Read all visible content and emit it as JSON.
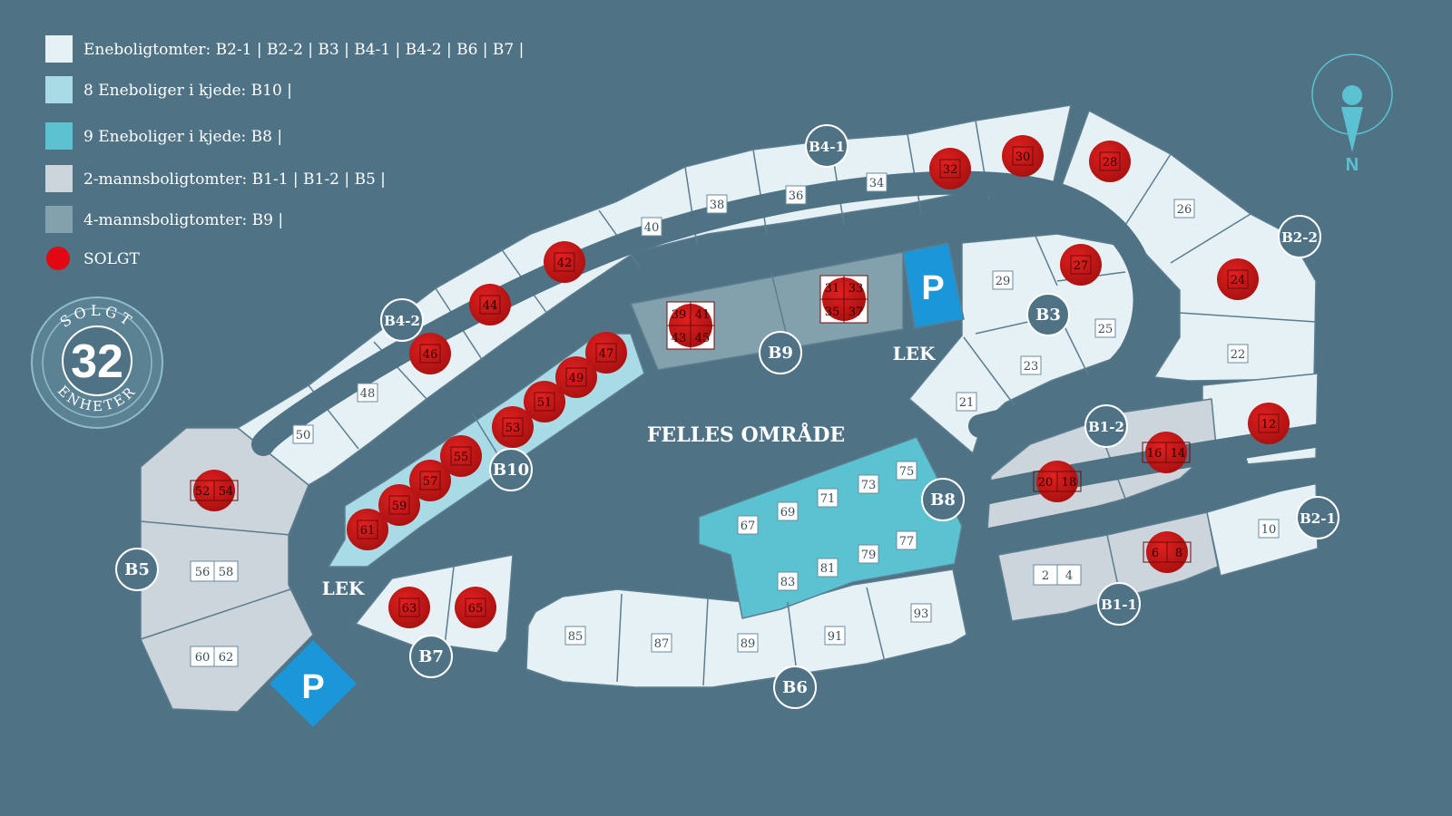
{
  "colors": {
    "background": "#4f7385",
    "road": "#4f7385",
    "enebolig": "#e6f1f5",
    "kjede_b10": "#a9dbe6",
    "kjede_b8": "#5bc2d1",
    "tomannsbolig": "#cdd5dc",
    "firemannsbolig": "#83a0ad",
    "sold": "#c41818",
    "parking": "#1a96d9",
    "badge": "#4f7385"
  },
  "legend": [
    {
      "key": "enebolig",
      "label": "Eneboligtomter: B2-1  |  B2-2  |    B3  |  B4-1  |  B4-2  |    B6  |  B7  |"
    },
    {
      "key": "kjede_b10",
      "label": "8 Eneboliger i kjede: B10  |"
    },
    {
      "key": "kjede_b8",
      "label": "9 Eneboliger i kjede: B8  |"
    },
    {
      "key": "tomannsbolig",
      "label": "2-mannsboligtomter: B1-1  |  B1-2  |    B5  |"
    },
    {
      "key": "firemannsbolig",
      "label": "4-mannsboligtomter: B9  |"
    },
    {
      "key": "sold",
      "label": "SOLGT"
    }
  ],
  "solgt_badge": {
    "top": "SOLGT",
    "count": "32",
    "bottom": "ENHETER"
  },
  "compass": {
    "label": "N"
  },
  "area_labels": {
    "felles": "FELLES OMRÅDE",
    "lek1": "LEK",
    "lek2": "LEK"
  },
  "parking": {
    "label": "P"
  },
  "field_badges": [
    "B4-1",
    "B4-2",
    "B10",
    "B9",
    "B3",
    "B2-2",
    "B1-2",
    "B8",
    "B2-1",
    "B1-1",
    "B6",
    "B7",
    "B5"
  ],
  "plots": [
    {
      "n": "32",
      "sold": true
    },
    {
      "n": "30",
      "sold": true
    },
    {
      "n": "28",
      "sold": true
    },
    {
      "n": "26",
      "sold": false
    },
    {
      "n": "24",
      "sold": true
    },
    {
      "n": "22",
      "sold": false
    },
    {
      "n": "12",
      "sold": true
    },
    {
      "n": "10",
      "sold": false
    },
    {
      "n": "34",
      "sold": false
    },
    {
      "n": "36",
      "sold": false
    },
    {
      "n": "38",
      "sold": false
    },
    {
      "n": "40",
      "sold": false
    },
    {
      "n": "42",
      "sold": true
    },
    {
      "n": "44",
      "sold": true
    },
    {
      "n": "46",
      "sold": true
    },
    {
      "n": "48",
      "sold": false
    },
    {
      "n": "50",
      "sold": false
    },
    {
      "n": "47",
      "sold": true
    },
    {
      "n": "49",
      "sold": true
    },
    {
      "n": "51",
      "sold": true
    },
    {
      "n": "53",
      "sold": true
    },
    {
      "n": "55",
      "sold": true
    },
    {
      "n": "57",
      "sold": true
    },
    {
      "n": "59",
      "sold": true
    },
    {
      "n": "61",
      "sold": true
    },
    {
      "n": "29",
      "sold": false
    },
    {
      "n": "27",
      "sold": true
    },
    {
      "n": "25",
      "sold": false
    },
    {
      "n": "23",
      "sold": false
    },
    {
      "n": "21",
      "sold": false
    },
    {
      "n": "63",
      "sold": true
    },
    {
      "n": "65",
      "sold": true
    },
    {
      "n": "85",
      "sold": false
    },
    {
      "n": "87",
      "sold": false
    },
    {
      "n": "89",
      "sold": false
    },
    {
      "n": "91",
      "sold": false
    },
    {
      "n": "93",
      "sold": false
    },
    {
      "n": "67",
      "sold": false
    },
    {
      "n": "69",
      "sold": false
    },
    {
      "n": "71",
      "sold": false
    },
    {
      "n": "73",
      "sold": false
    },
    {
      "n": "75",
      "sold": false
    },
    {
      "n": "77",
      "sold": false
    },
    {
      "n": "79",
      "sold": false
    },
    {
      "n": "81",
      "sold": false
    },
    {
      "n": "83",
      "sold": false
    }
  ],
  "pair_plots": [
    {
      "a": "52",
      "b": "54",
      "sold": true
    },
    {
      "a": "56",
      "b": "58",
      "sold": false
    },
    {
      "a": "60",
      "b": "62",
      "sold": false
    },
    {
      "a": "20",
      "b": "18",
      "sold": true
    },
    {
      "a": "16",
      "b": "14",
      "sold": true
    },
    {
      "a": "6",
      "b": "8",
      "sold": true
    },
    {
      "a": "2",
      "b": "4",
      "sold": false
    }
  ],
  "quad_plots": [
    {
      "a": "39",
      "b": "41",
      "c": "43",
      "d": "45",
      "sold": true
    },
    {
      "a": "31",
      "b": "33",
      "c": "35",
      "d": "37",
      "sold": true
    }
  ]
}
